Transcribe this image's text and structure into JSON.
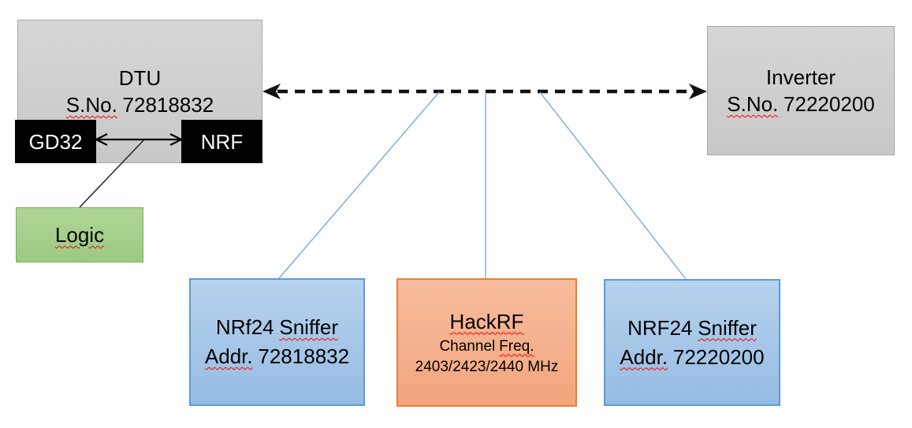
{
  "diagram": {
    "dtu": {
      "title": "DTU",
      "serial_label": "S.No.",
      "serial": "72818832"
    },
    "gd32": {
      "label": "GD32"
    },
    "nrf": {
      "label": "NRF"
    },
    "logic": {
      "label": "Logic"
    },
    "inverter": {
      "title": "Inverter",
      "serial_label": "S.No.",
      "serial": "72220200"
    },
    "sniffer_left": {
      "name_prefix": "NRf24",
      "name_word": "Sniffer",
      "addr_label": "Addr.",
      "addr": "72818832"
    },
    "hackrf": {
      "title": "HackRF",
      "freq_prefix": "Channel",
      "freq_word": "Freq.",
      "freq_values": "2403/2423/2440 MHz"
    },
    "sniffer_right": {
      "name_prefix": "NRF24",
      "name_word": "Sniffer",
      "addr_label": "Addr.",
      "addr": "72220200"
    },
    "colors": {
      "gray_fill": "#CFCFCF",
      "gray_border": "#A6A6A6",
      "black_fill": "#000000",
      "green_fill": "#A8D08F",
      "green_border": "#7CAE59",
      "blue_fill": "#AECBEA",
      "blue_border": "#5B9BD5",
      "orange_fill": "#F5B58F",
      "orange_border": "#ED7D31",
      "connector_blue": "#7CA7D9",
      "dashed_arrow": "#111111",
      "spellcheck_squiggle": "#FF0000"
    }
  }
}
